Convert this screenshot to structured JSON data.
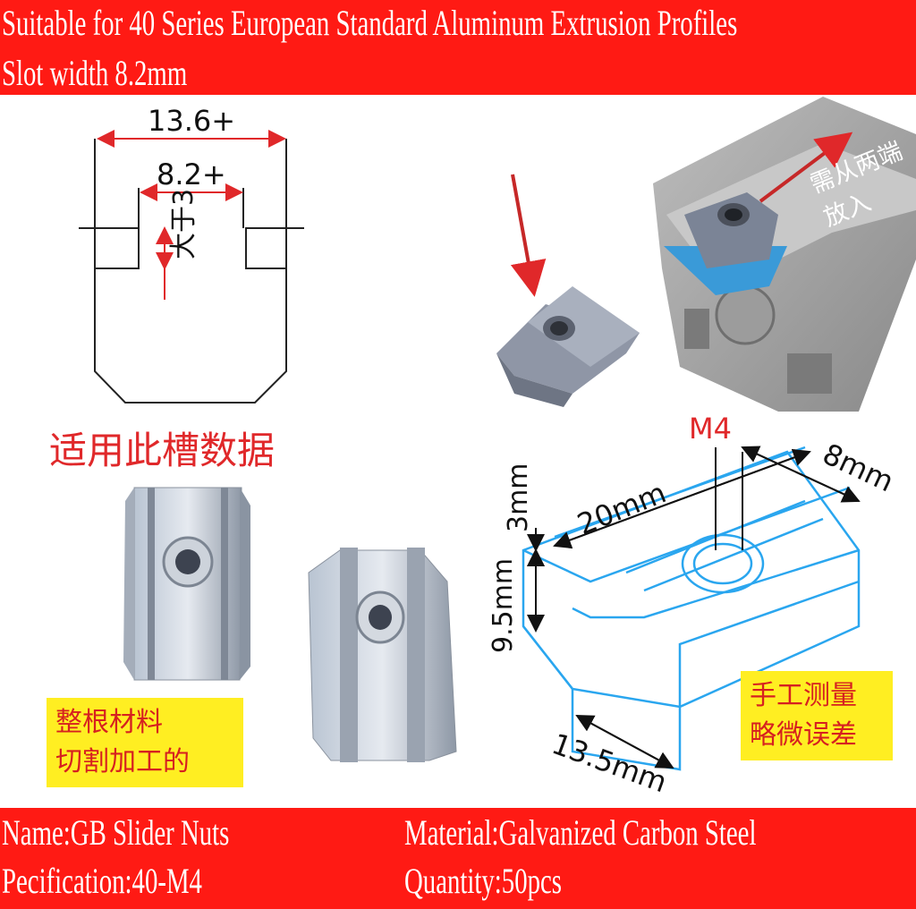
{
  "header": {
    "line1": "Suitable for 40 Series European Standard Aluminum Extrusion Profiles",
    "line2": "Slot width 8.2mm"
  },
  "slot_diagram": {
    "outer_width": "13.6+",
    "inner_width": "8.2+",
    "depth_note": "大于3",
    "caption": "适用此槽数据"
  },
  "install": {
    "note": "需从两端放入"
  },
  "dimensions": {
    "thread": "M4",
    "width": "8mm",
    "length": "20mm",
    "lip": "3mm",
    "height": "9.5mm",
    "base": "13.5mm"
  },
  "notes": {
    "left_line1": "整根材料",
    "left_line2": "切割加工的",
    "right_line1": "手工测量",
    "right_line2": "略微误差"
  },
  "footer": {
    "name": "Name:GB Slider Nuts",
    "spec": "Pecification:40-M4",
    "material": "Material:Galvanized Carbon Steel",
    "quantity": "Quantity:50pcs"
  },
  "colors": {
    "banner": "#ff1a14",
    "dimension_red": "#e0282a",
    "drawing_blue": "#2aa6ef",
    "note_yellow": "#ffee22"
  }
}
